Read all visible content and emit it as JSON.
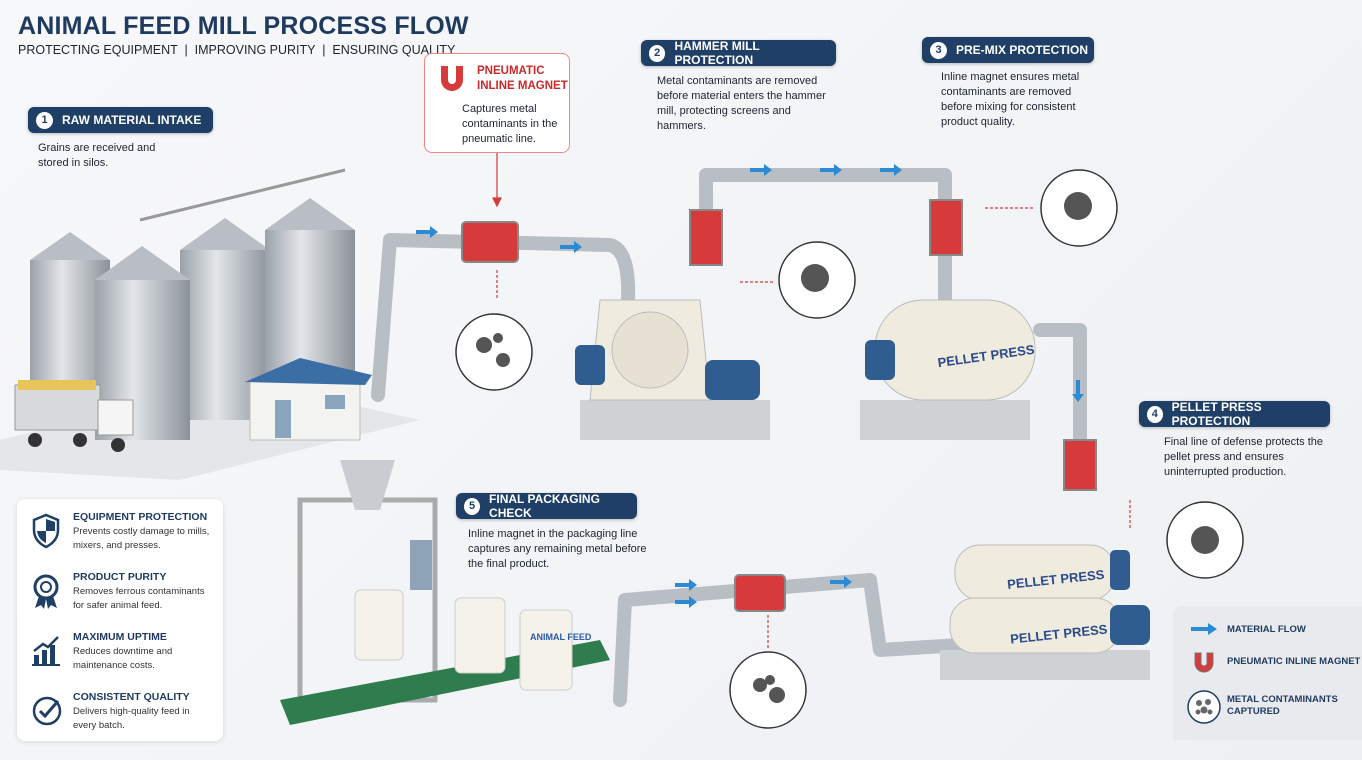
{
  "header": {
    "title": "ANIMAL FEED MILL PROCESS FLOW",
    "subtitle": "PROTECTING EQUIPMENT  |  IMPROVING PURITY  |  ENSURING QUALITY"
  },
  "callout": {
    "title_line1": "PNEUMATIC",
    "title_line2": "INLINE MAGNET",
    "description": "Captures metal contaminants in the pneumatic line.",
    "icon": "horseshoe-magnet-icon"
  },
  "steps": [
    {
      "number": "1",
      "title": "RAW MATERIAL INTAKE",
      "description": "Grains are received and stored in silos."
    },
    {
      "number": "2",
      "title": "HAMMER MILL PROTECTION",
      "description": "Metal contaminants are removed before material enters the hammer mill, protecting screens and hammers."
    },
    {
      "number": "3",
      "title": "PRE-MIX PROTECTION",
      "description": "Inline magnet ensures metal contaminants are removed before mixing for consistent product quality."
    },
    {
      "number": "4",
      "title": "PELLET PRESS PROTECTION",
      "description": "Final line of defense protects the pellet press and ensures uninterrupted production."
    },
    {
      "number": "5",
      "title": "FINAL PACKAGING CHECK",
      "description": "Inline magnet in the packaging line captures any remaining metal before the final product."
    }
  ],
  "machine_labels": {
    "mixer": "PELLET PRESS",
    "press_top": "PELLET PRESS",
    "press_bottom": "PELLET PRESS",
    "bag": "ANIMAL FEED"
  },
  "benefits": [
    {
      "icon": "shield-icon",
      "title": "EQUIPMENT PROTECTION",
      "description": "Prevents costly damage to mills, mixers, and presses."
    },
    {
      "icon": "award-ribbon-icon",
      "title": "PRODUCT PURITY",
      "description": "Removes ferrous contaminants for safer animal feed."
    },
    {
      "icon": "bar-chart-growth-icon",
      "title": "MAXIMUM UPTIME",
      "description": "Reduces downtime and maintenance costs."
    },
    {
      "icon": "check-circle-icon",
      "title": "CONSISTENT QUALITY",
      "description": "Delivers high-quality feed in every batch."
    }
  ],
  "legend": [
    {
      "icon": "arrow-right-icon",
      "label": "MATERIAL FLOW"
    },
    {
      "icon": "horseshoe-magnet-icon",
      "label": "PNEUMATIC INLINE MAGNET"
    },
    {
      "icon": "metal-contaminants-icon",
      "label": "METAL CONTAMINANTS CAPTURED"
    }
  ],
  "colors": {
    "navy": "#1f3f66",
    "magnet_red": "#d63a3a",
    "flow_blue": "#2a8ad6",
    "pipe": "#b9bec5"
  }
}
